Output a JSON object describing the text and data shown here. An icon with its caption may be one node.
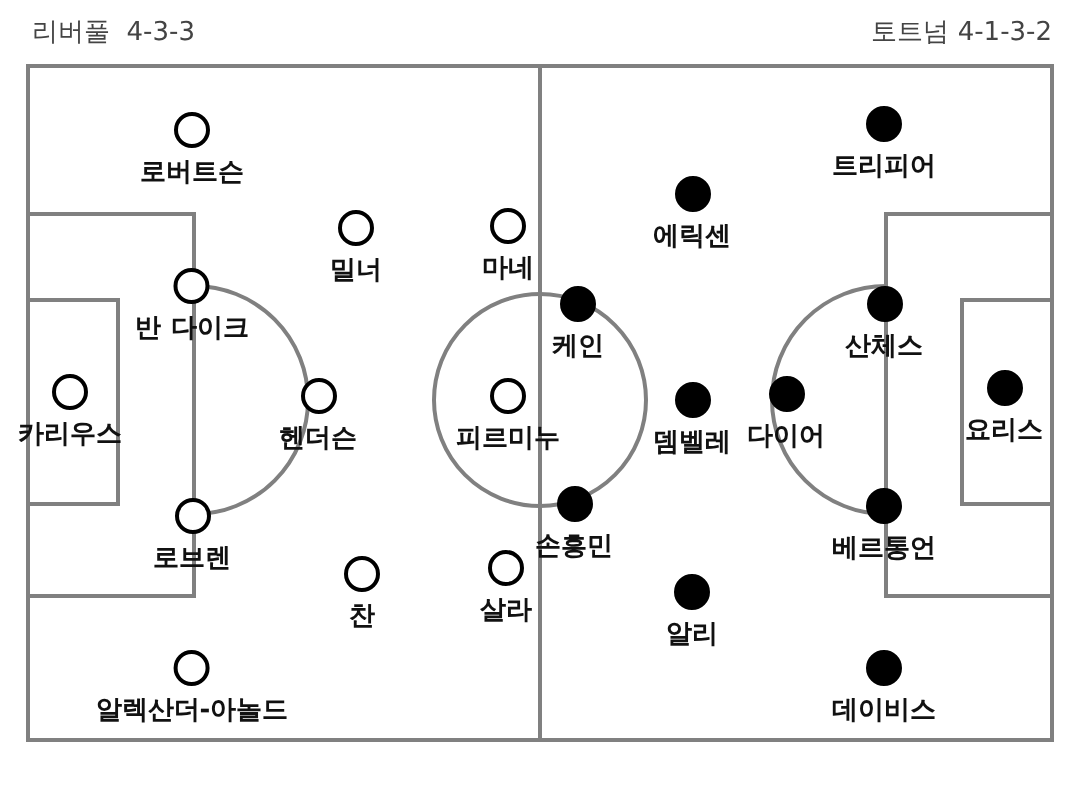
{
  "diagram": {
    "nodes": [
      {
        "text": [
          "로버트슨"
        ]
      },
      {
        "text": [
          "밀너"
        ]
      },
      {
        "text": [
          "마네"
        ]
      },
      {
        "text": [
          "반 다이크"
        ]
      },
      {
        "text": [
          "카리우스"
        ]
      },
      {
        "text": [
          "헨더슨"
        ]
      },
      {
        "text": [
          "피르미누"
        ]
      },
      {
        "text": [
          "로브렌"
        ]
      },
      {
        "text": [
          "찬"
        ]
      },
      {
        "text": [
          "살라"
        ]
      },
      {
        "text": [
          "알렉산더-아놀드"
        ]
      },
      {
        "text": [
          "트리피어"
        ]
      },
      {
        "text": [
          "에릭센"
        ]
      },
      {
        "text": [
          "케인"
        ]
      },
      {
        "text": [
          "산체스"
        ]
      },
      {
        "text": [
          "뎀벨레"
        ]
      },
      {
        "text": [
          "다이어"
        ]
      },
      {
        "text": [
          "요리스"
        ]
      },
      {
        "text": [
          "손흥민"
        ]
      },
      {
        "text": [
          "베르통언"
        ]
      },
      {
        "text": [
          "알리"
        ]
      },
      {
        "text": [
          "데이비스"
        ]
      }
    ],
    "labels": [
      "리버풀  4-3-3",
      "토트넘 4-1-3-2"
    ]
  }
}
